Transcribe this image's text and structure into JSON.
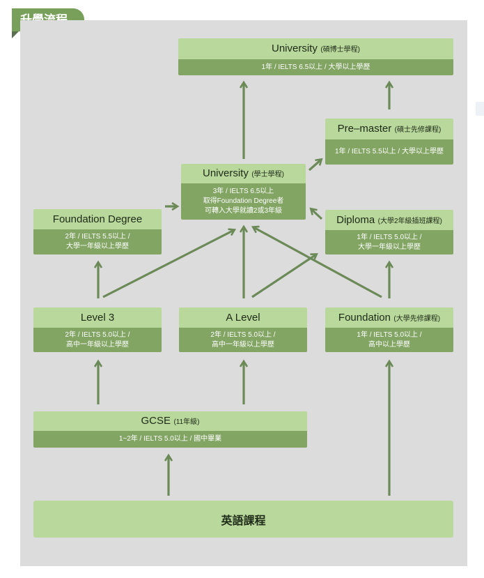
{
  "section_tag": "升學流程",
  "colors": {
    "header": "#b9d89b",
    "body": "#82a564",
    "arrow": "#6b8a57",
    "panel": "#dcdcdc",
    "tag": "#79a05a"
  },
  "nodes": {
    "university_master": {
      "title": "University",
      "note": "(碩博士學程)",
      "lines": [
        "1年 / IELTS 6.5以上 / 大學以上學歷"
      ]
    },
    "pre_master": {
      "title": "Pre–master",
      "note": "(碩士先修課程)",
      "lines": [
        "1年 / IELTS 5.5以上 / 大學以上學歷"
      ]
    },
    "university_bachelor": {
      "title": "University",
      "note": "(學士學程)",
      "lines": [
        "3年 / IELTS 6.5以上",
        "取得Foundation Degree者",
        "可轉入大學就讀2或3年級"
      ]
    },
    "foundation_degree": {
      "title": "Foundation Degree",
      "note": "",
      "lines": [
        "2年 / IELTS 5.5以上 /",
        "大學一年級以上學歷"
      ]
    },
    "diploma": {
      "title": "Diploma",
      "note": "(大學2年級插班課程)",
      "lines": [
        "1年 / IELTS 5.0以上 /",
        "大學一年級以上學歷"
      ]
    },
    "level3": {
      "title": "Level 3",
      "note": "",
      "lines": [
        "2年 / IELTS 5.0以上 /",
        "高中一年級以上學歷"
      ]
    },
    "a_level": {
      "title": "A Level",
      "note": "",
      "lines": [
        "2年 / IELTS 5.0以上 /",
        "高中一年級以上學歷"
      ]
    },
    "foundation": {
      "title": "Foundation",
      "note": "(大學先修課程)",
      "lines": [
        "1年 / IELTS 5.0以上 /",
        "高中以上學歷"
      ]
    },
    "gcse": {
      "title": "GCSE",
      "note": "(11年級)",
      "lines": [
        "1~2年 / IELTS 5.0以上 / 國中畢業"
      ]
    }
  },
  "base": {
    "label": "英語課程"
  }
}
